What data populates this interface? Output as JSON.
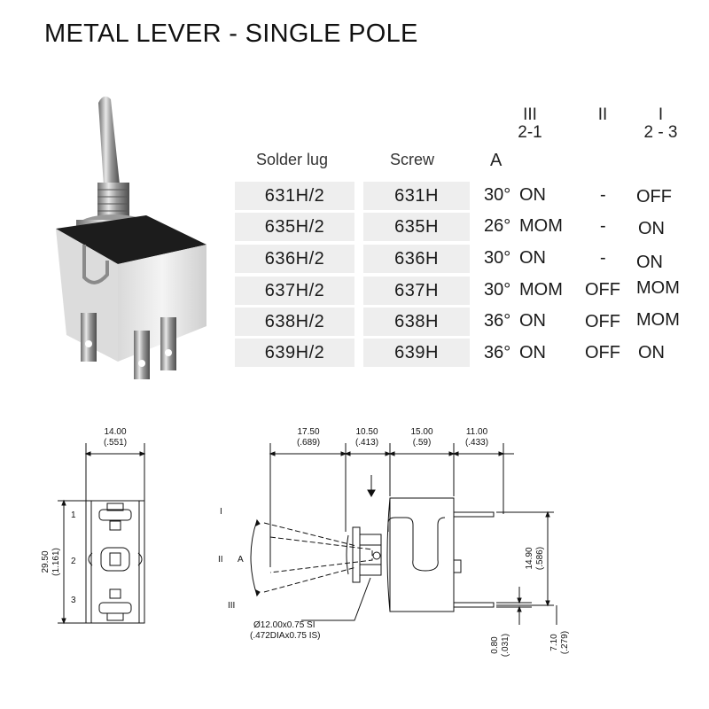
{
  "title": "METAL LEVER - SINGLE POLE",
  "positions": {
    "p1": {
      "roman": "III",
      "pins": "2-1"
    },
    "p2": {
      "roman": "II",
      "pins": ""
    },
    "p3": {
      "roman": "I",
      "pins": "2 - 3"
    }
  },
  "columns": {
    "solder": "Solder lug",
    "screw": "Screw",
    "angle": "A"
  },
  "rows": [
    {
      "solder": "631H/2",
      "screw": "631H",
      "angle": "30°",
      "iii": "ON",
      "ii": "-",
      "i": "OFF"
    },
    {
      "solder": "635H/2",
      "screw": "635H",
      "angle": "26°",
      "iii": "MOM",
      "ii": "-",
      "i": "ON"
    },
    {
      "solder": "636H/2",
      "screw": "636H",
      "angle": "30°",
      "iii": "ON",
      "ii": "-",
      "i": "ON"
    },
    {
      "solder": "637H/2",
      "screw": "637H",
      "angle": "30°",
      "iii": "MOM",
      "ii": "OFF",
      "i": "MOM"
    },
    {
      "solder": "638H/2",
      "screw": "638H",
      "angle": "36°",
      "iii": "ON",
      "ii": "OFF",
      "i": "MOM"
    },
    {
      "solder": "639H/2",
      "screw": "639H",
      "angle": "36°",
      "iii": "ON",
      "ii": "OFF",
      "i": "ON"
    }
  ],
  "drawing": {
    "front": {
      "width_mm": "14.00",
      "width_in": "(.551)",
      "height_mm": "29.50",
      "height_in": "(1.161)",
      "terminals": [
        "1",
        "2",
        "3"
      ]
    },
    "side": {
      "dims_top": [
        {
          "mm": "17.50",
          "in": "(.689)"
        },
        {
          "mm": "10.50",
          "in": "(.413)"
        },
        {
          "mm": "15.00",
          "in": "(.59)"
        },
        {
          "mm": "11.00",
          "in": "(.433)"
        }
      ],
      "pos_labels": [
        "I",
        "II",
        "A",
        "III"
      ],
      "thread_mm": "Ø12.00x0.75 SI",
      "thread_in": "(.472DIAx0.75 IS)",
      "body_h_mm": "14.90",
      "body_h_in": "(.586)",
      "tab_t_mm": "0.80",
      "tab_t_in": "(.031)",
      "tab_l_mm": "7.10",
      "tab_l_in": "(.279)"
    }
  },
  "colors": {
    "cell_bg": "#eeeeee",
    "text": "#1a1a1a"
  }
}
